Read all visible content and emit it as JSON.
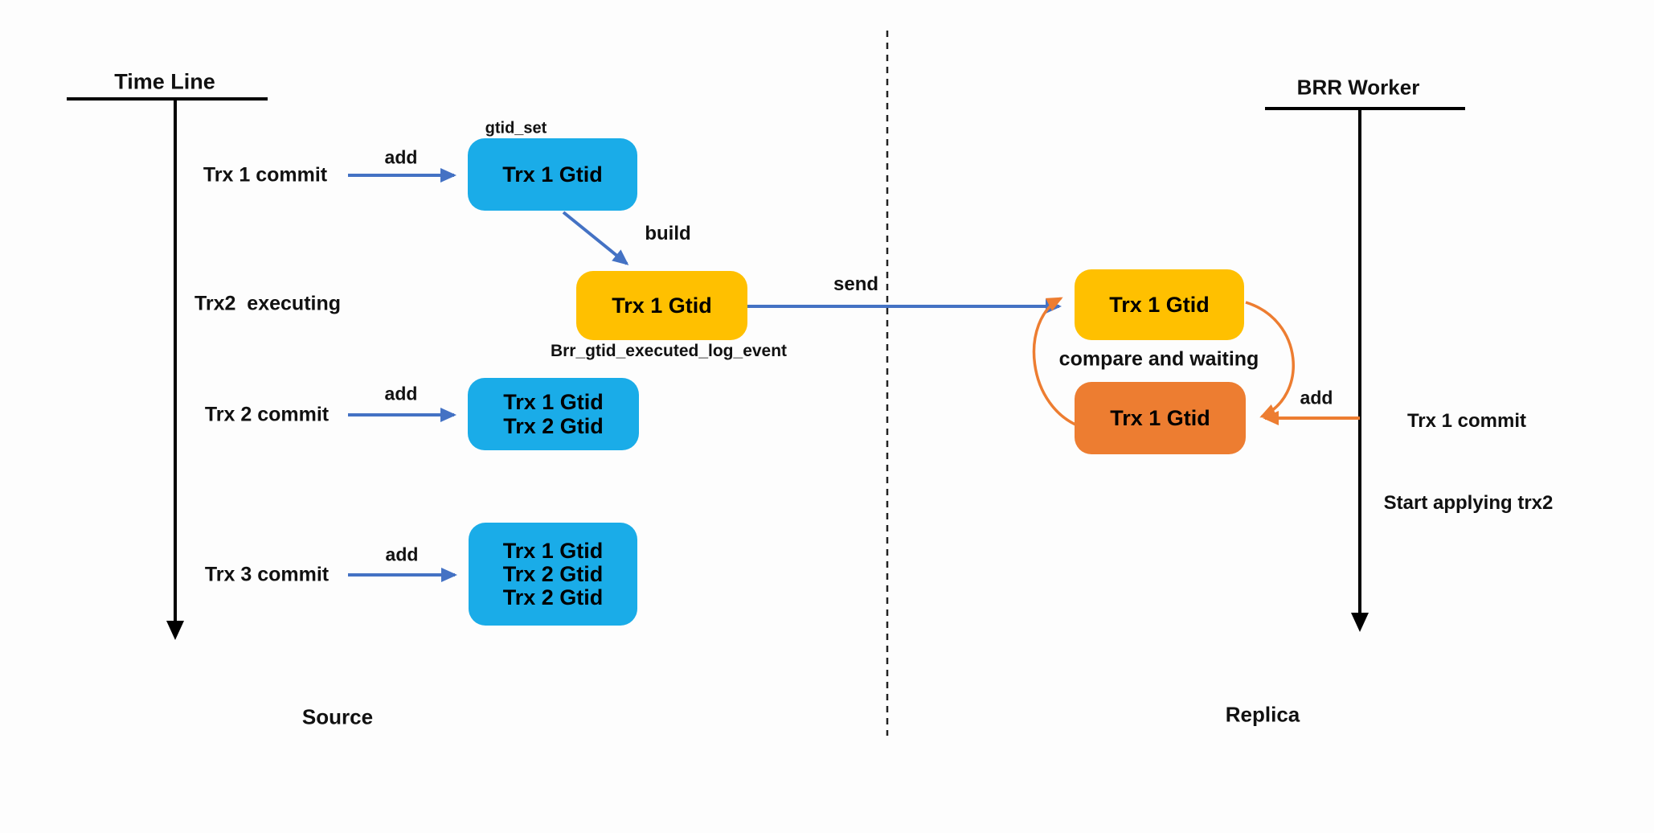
{
  "source": {
    "header": "Time Line",
    "footer": "Source",
    "events": {
      "trx1": {
        "label": "Trx 1 commit",
        "arrow": "add"
      },
      "trx2exec": {
        "label": "Trx2  executing"
      },
      "trx2": {
        "label": "Trx 2 commit",
        "arrow": "add"
      },
      "trx3": {
        "label": "Trx 3 commit",
        "arrow": "add"
      }
    },
    "gtid_set_box": {
      "annotation": "gtid_set",
      "text": "Trx 1 Gtid"
    },
    "build_label": "build",
    "event_box": {
      "text": "Trx 1 Gtid",
      "annotation": "Brr_gtid_executed_log_event"
    },
    "send_label": "send",
    "set_after_trx2": {
      "line1": "Trx 1 Gtid",
      "line2": "Trx 2 Gtid"
    },
    "set_after_trx3": {
      "line1": "Trx 1 Gtid",
      "line2": "Trx 2 Gtid",
      "line3": "Trx 2 Gtid"
    }
  },
  "replica": {
    "header": "BRR Worker",
    "footer": "Replica",
    "received_gtid_box": "Trx 1 Gtid",
    "compare_label": "compare and waiting",
    "executed_gtid_box": "Trx 1 Gtid",
    "add_label": "add",
    "events": {
      "commit": "Trx 1 commit",
      "apply": "Start applying trx2"
    }
  },
  "colors": {
    "blue_box": "#1aace8",
    "gold_box": "#ffc000",
    "orange_box": "#ed7d31",
    "blue_arrow": "#4472c4",
    "orange_arrow": "#ed7d31",
    "timeline_black": "#000000"
  }
}
